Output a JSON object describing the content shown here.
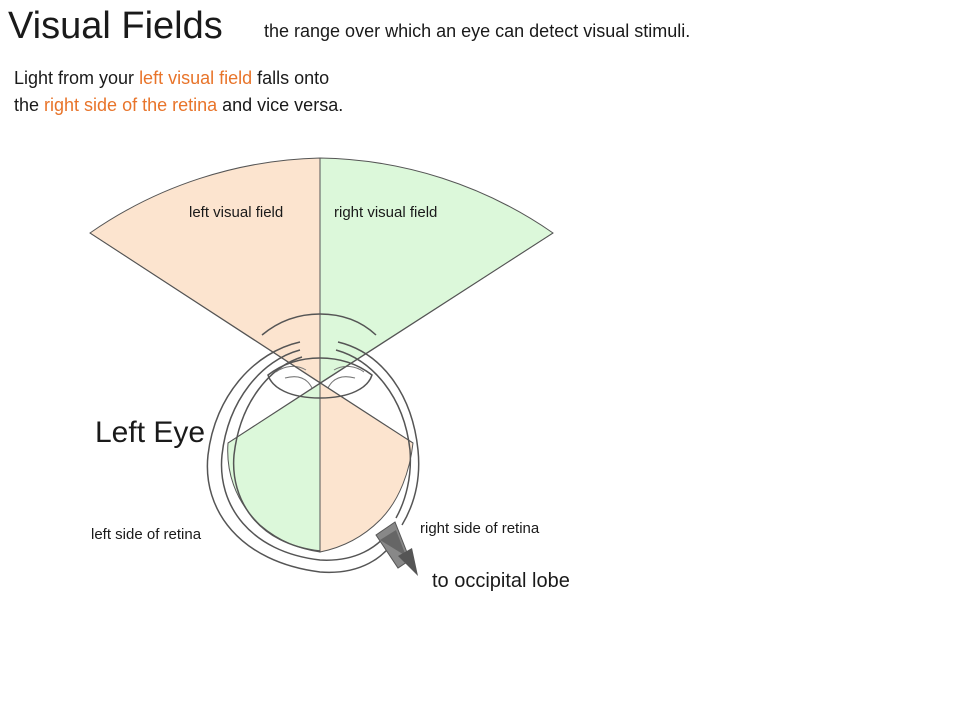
{
  "slide": {
    "title": "Visual Fields",
    "definition": "the range over which an eye can detect visual stimuli.",
    "intro": {
      "line1_a": "Light from your ",
      "line1_hl": "left visual field",
      "line1_b": " falls onto",
      "line2_a": "the ",
      "line2_hl": "right side of the retina",
      "line2_b": " and vice versa."
    }
  },
  "diagram": {
    "labels": {
      "left_visual_field": "left visual field",
      "right_visual_field": "right visual field",
      "eye_name": "Left Eye",
      "left_retina": "left side of retina",
      "right_retina": "right side of retina",
      "destination": "to occipital lobe"
    },
    "colors": {
      "highlight": "#e8742a",
      "left_field_fill": "#fce4cf",
      "right_field_fill": "#dcf8da",
      "outline": "#555555",
      "arrow": "#555555"
    }
  }
}
